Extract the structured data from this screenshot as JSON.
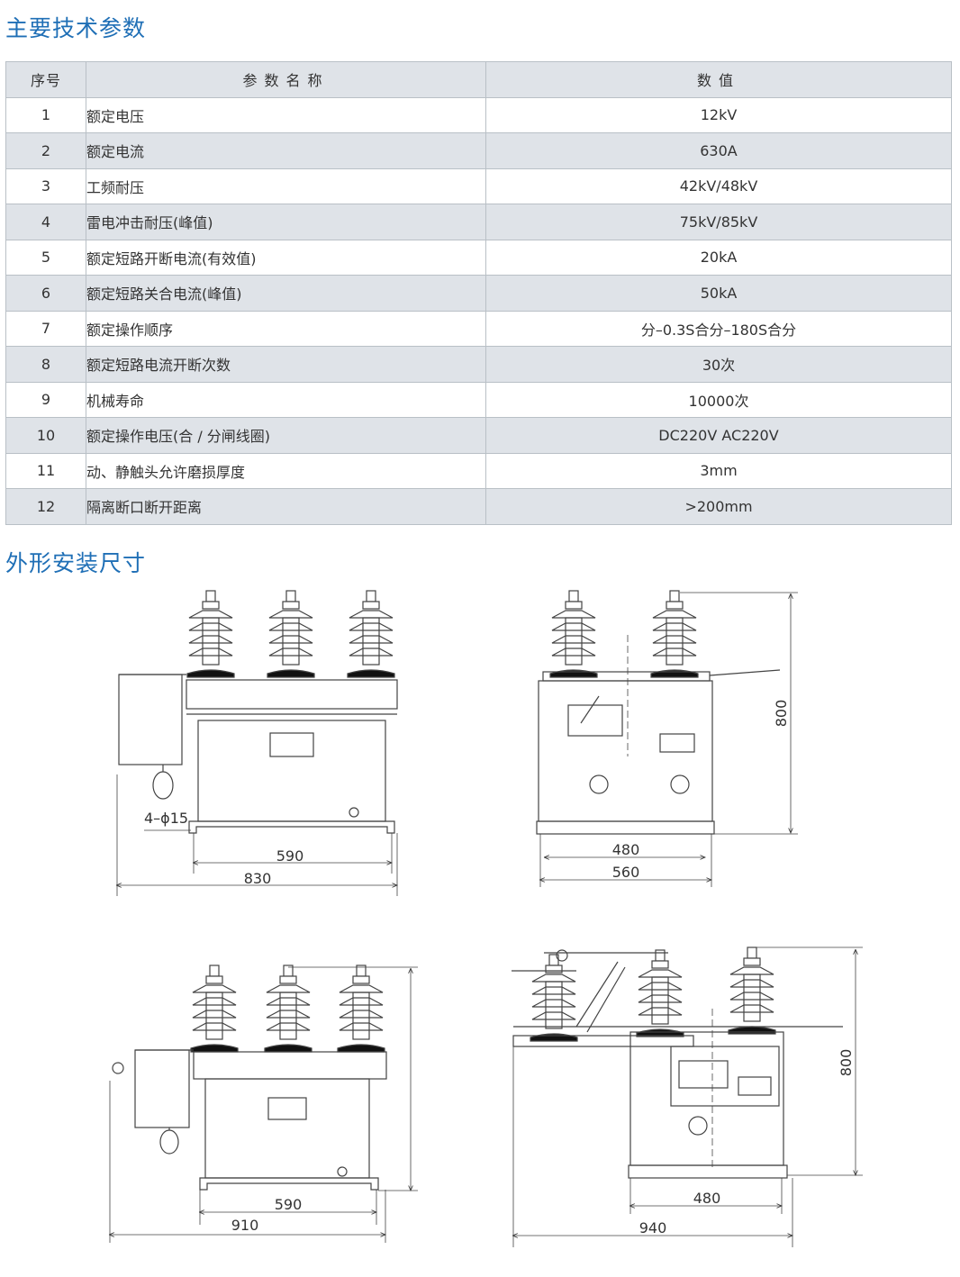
{
  "section_titles": {
    "params": "主要技术参数",
    "dimensions": "外形安装尺寸"
  },
  "table": {
    "headers": [
      "序号",
      "参数名称",
      "数值"
    ],
    "rows": [
      {
        "no": "1",
        "name": "额定电压",
        "value": "12kV"
      },
      {
        "no": "2",
        "name": "额定电流",
        "value": "630A"
      },
      {
        "no": "3",
        "name": "工频耐压",
        "value": "42kV/48kV"
      },
      {
        "no": "4",
        "name": "雷电冲击耐压(峰值)",
        "value": "75kV/85kV"
      },
      {
        "no": "5",
        "name": "额定短路开断电流(有效值)",
        "value": "20kA"
      },
      {
        "no": "6",
        "name": "额定短路关合电流(峰值)",
        "value": "50kA"
      },
      {
        "no": "7",
        "name": "额定操作顺序",
        "value": "分–0.3S合分–180S合分"
      },
      {
        "no": "8",
        "name": "额定短路电流开断次数",
        "value": "30次"
      },
      {
        "no": "9",
        "name": "机械寿命",
        "value": "10000次"
      },
      {
        "no": "10",
        "name": "额定操作电压(合 / 分闸线圈)",
        "value": "DC220V AC220V"
      },
      {
        "no": "11",
        "name": "动、静触头允许磨损厚度",
        "value": "3mm"
      },
      {
        "no": "12",
        "name": "隔离断口断开距离",
        "value": ">200mm"
      }
    ]
  },
  "drawings": {
    "fig1": {
      "hole": "4–ϕ15",
      "inner_width": "590",
      "outer_width": "830"
    },
    "fig2": {
      "inner_width": "480",
      "outer_width": "560",
      "height": "800"
    },
    "fig3": {
      "inner_width": "590",
      "outer_width": "910"
    },
    "fig4": {
      "inner_width": "480",
      "outer_width": "940",
      "height": "800"
    }
  }
}
